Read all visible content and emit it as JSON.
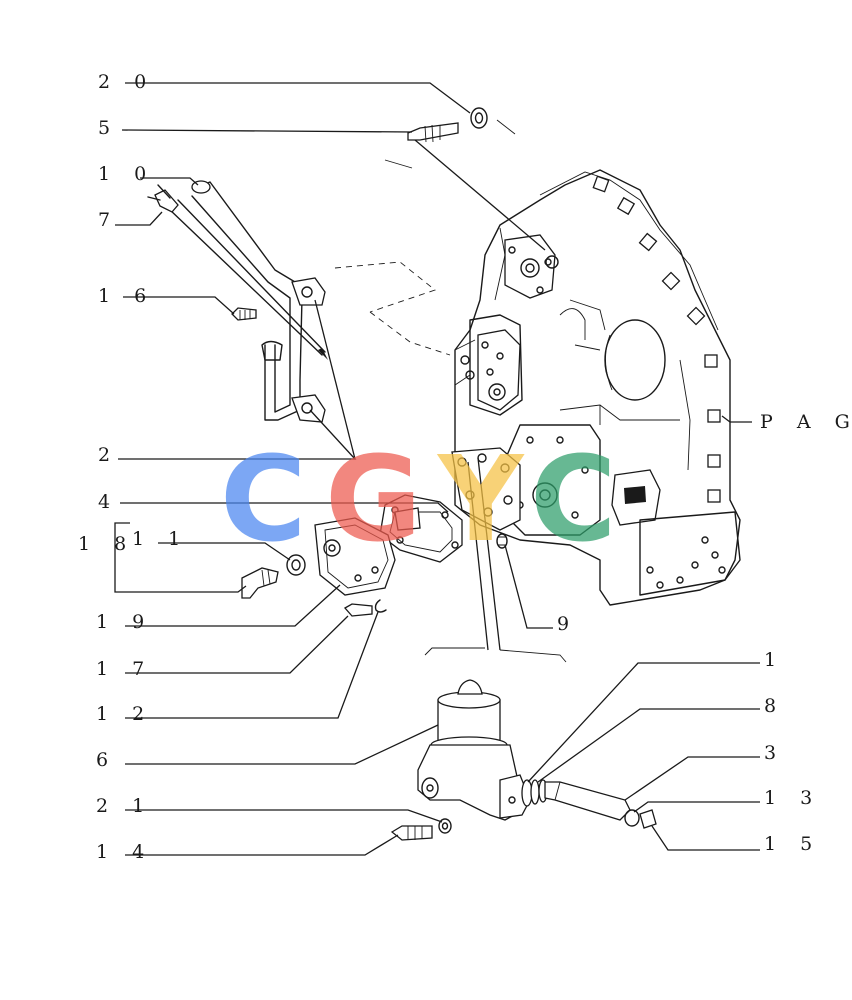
{
  "callouts": {
    "c20": "2 0",
    "c5": "5",
    "c10": "1 0",
    "c7": "7",
    "c16": "1 6",
    "c2": "2",
    "c4": "4",
    "c18": "1 8",
    "c11": "1 1",
    "c19": "1 9",
    "c17": "1 7",
    "c12": "1 2",
    "c6": "6",
    "c21": "2 1",
    "c14": "1 4",
    "c9": "9",
    "c1": "1",
    "c8": "8",
    "c3": "3",
    "c13": "1 3",
    "c15": "1 5",
    "pag": "P A G ."
  },
  "watermark": {
    "letters": [
      "C",
      "G",
      "Y",
      "C"
    ],
    "colors": [
      "#4a86f0",
      "#ee5a4e",
      "#f6c244",
      "#2e9e6a"
    ]
  }
}
